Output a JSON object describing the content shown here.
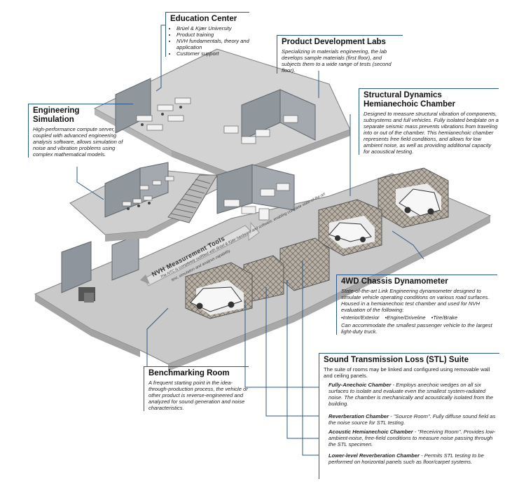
{
  "education": {
    "title": "Education Center",
    "items": [
      "Brüel & Kjær University",
      "Product training",
      "NVH fundamentals, theory and application",
      "Customer support"
    ]
  },
  "product_labs": {
    "title": "Product Development Labs",
    "desc": "Specializing in materials engineering, the lab develops sample materials (first floor), and subjects them to a wide range of tests (second floor)."
  },
  "engineering": {
    "title_line1": "Engineering",
    "title_line2": "Simulation",
    "desc": "High-performance compute server, coupled with advanced engineering analysis software, allows simulation of noise and vibration problems using complex mathematical models."
  },
  "structural": {
    "title_line1": "Structural Dynamics",
    "title_line2": "Hemianechoic Chamber",
    "desc": "Designed to measure structural vibration of components, subsystems and full vehicles. Fully isolated bedplate on a separate seismic mass prevents vibrations from traveling into or out of the chamber. This hemianechoic chamber represents free field conditions, and allows for low ambient noise, as well as providing additional capacity for acoustical testing."
  },
  "dyno": {
    "title": "4WD Chassis Dynamometer",
    "desc": "State-of-the-art Link Engineering dynamometer designed to simulate vehicle operating conditions on various road surfaces. Housed in a hemianechoic test chamber and used for NVH evaluation of the following:",
    "list": [
      "Interior/Exterior",
      "Engine/Driveline",
      "Tire/Brake"
    ],
    "desc2": "Can accommodate the smallest passenger vehicle to the largest light-duty truck."
  },
  "bench": {
    "title": "Benchmarking Room",
    "desc": "A frequent starting point in the idea-through-production process, the vehicle or other product is reverse-engineered and analyzed for sound generation and noise characteristics."
  },
  "stl": {
    "title": "Sound Transmission Loss (STL) Suite",
    "desc": "The suite of rooms may be linked and configured using removable wall and ceiling panels.",
    "items": [
      {
        "name": "Fully-Anechoic Chamber",
        "text": " - Employs anechoic wedges on all six surfaces to isolate and evaluate even the smallest system-radiated noise. The chamber is mechanically and acoustically isolated from the building."
      },
      {
        "name": "Reverberation Chamber",
        "text": " - \"Source Room\". Fully diffuse sound field as the noise source for STL testing."
      },
      {
        "name": "Acoustic Hemianechoic Chamber",
        "text": " - \"Receiving Room\". Provides low-ambient-noise, free-field conditions to measure noise passing through the STL specimen."
      },
      {
        "name": "Lower-level Reverberation Chamber",
        "text": " - Permits STL testing to be performed on horizontal panels such as floor/carpet systems."
      }
    ]
  },
  "nvh": {
    "title": "NVH Measurement Tools",
    "sub1": "The NTC is completely outfitted with Brüel & Kjær hardware and software, enabling complete state-of-the-art",
    "sub2": "test, simulation and analysis capability."
  },
  "colors": {
    "floor": "#c8c8c8",
    "wall": "#9aa0a6",
    "accent": "#2b5a8a"
  }
}
